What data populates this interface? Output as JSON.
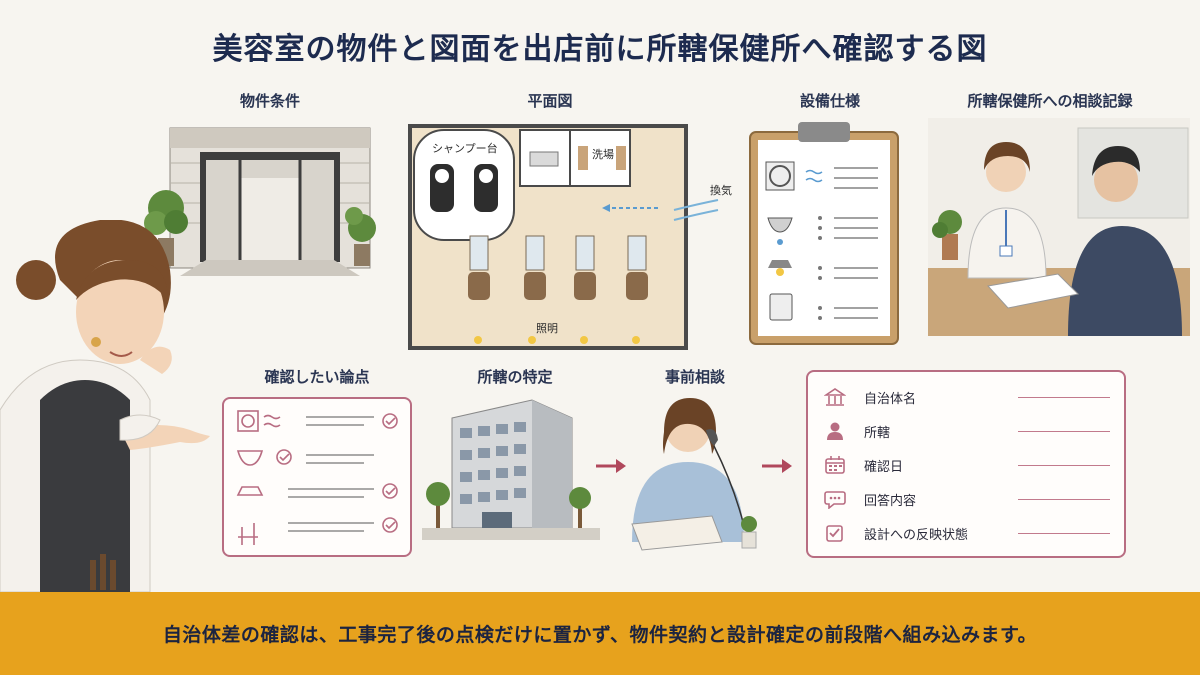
{
  "title": "美容室の物件と図面を出店前に所轄保健所へ確認する図",
  "sections": {
    "property": "物件条件",
    "floor_plan": "平面図",
    "equipment": "設備仕様",
    "consult_record": "所轄保健所への相談記録",
    "check_points": "確認したい論点",
    "jurisdiction": "所轄の特定",
    "pre_consult": "事前相談"
  },
  "floor_plan_labels": {
    "shampoo": "シャンプー台",
    "wash": "洗場",
    "ventilation": "換気",
    "lighting": "照明"
  },
  "record_fields": [
    {
      "icon": "city-hall-icon",
      "label": "自治体名"
    },
    {
      "icon": "person-icon",
      "label": "所轄"
    },
    {
      "icon": "calendar-icon",
      "label": "確認日"
    },
    {
      "icon": "speech-bubble-icon",
      "label": "回答内容"
    },
    {
      "icon": "checkbox-icon",
      "label": "設計への反映状態"
    }
  ],
  "footer": "自治体差の確認は、工事完了後の点検だけに置かず、物件契約と設計確定の前段階へ組み込みます。",
  "colors": {
    "accent": "#b86d82",
    "footer_bg": "#e7a21d",
    "title": "#1d2b4f"
  }
}
